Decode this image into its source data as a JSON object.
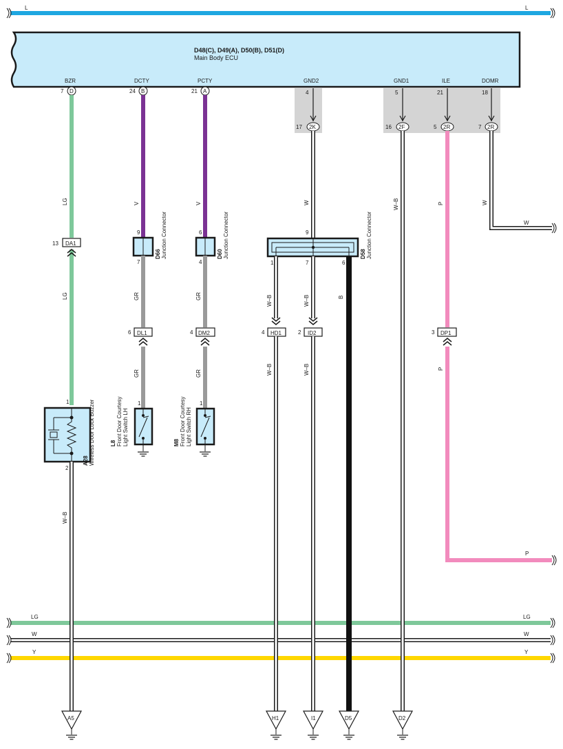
{
  "colors": {
    "L": "#1ea7e1",
    "LG": "#7ec89a",
    "V": "#7b3294",
    "GR": "#9a9a9a",
    "P": "#f28bbd",
    "B": "#111111",
    "W": "#ffffff",
    "Y": "#ffd700",
    "ecu_fill": "#c8ebfa",
    "conn_fill": "#c8ebfa",
    "shade": "#d4d4d4"
  },
  "ecu": {
    "title_line1": "D48(C), D49(A), D50(B), D51(D)",
    "title_line2": "Main Body ECU"
  },
  "top_bus": {
    "left_label": "L",
    "right_label": "L"
  },
  "pins": [
    {
      "name": "BZR",
      "num": "7",
      "conn": "D"
    },
    {
      "name": "DCTY",
      "num": "24",
      "conn": "B"
    },
    {
      "name": "PCTY",
      "num": "21",
      "conn": "A"
    },
    {
      "name": "GND2",
      "num": "4",
      "conn": ""
    },
    {
      "name": "GND1",
      "num": "5",
      "conn": ""
    },
    {
      "name": "ILE",
      "num": "21",
      "conn": ""
    },
    {
      "name": "DOMR",
      "num": "18",
      "conn": ""
    }
  ],
  "jb_circles": [
    {
      "num": "17",
      "code": "2K"
    },
    {
      "num": "16",
      "code": "2F"
    },
    {
      "num": "5",
      "code": "2R"
    },
    {
      "num": "7",
      "code": "2R"
    }
  ],
  "wire_labels": {
    "bzr_top": "LG",
    "bzr_mid": "LG",
    "bzr_low": "W–B",
    "dcty_top": "V",
    "dcty_mid": "GR",
    "dcty_low": "GR",
    "pcty_top": "V",
    "pcty_mid": "GR",
    "pcty_low": "GR",
    "gnd2_top": "W",
    "d58_1": "W–B",
    "d58_7": "W–B",
    "d58_6": "B",
    "hd1_low": "W–B",
    "id2_low": "W–B",
    "gnd1": "W–B",
    "ile_top": "P",
    "ile_low": "P",
    "ile_right": "P",
    "domr": "W",
    "domr_right": "W"
  },
  "inline_connectors": [
    {
      "num": "13",
      "code": "DA1"
    },
    {
      "num": "6",
      "code": "DL1"
    },
    {
      "num": "4",
      "code": "DM2"
    },
    {
      "num": "4",
      "code": "HD1"
    },
    {
      "num": "2",
      "code": "ID2"
    },
    {
      "num": "3",
      "code": "DP1"
    }
  ],
  "junctions": {
    "d66": {
      "code": "D66",
      "name": "Junction Connector",
      "pin_in": "9",
      "pin_out": "7"
    },
    "d60": {
      "code": "D60",
      "name": "Junction Connector",
      "pin_in": "6",
      "pin_out": "4"
    },
    "d58": {
      "code": "D58",
      "name": "Junction Connector",
      "pin_in": "9",
      "pin_a": "1",
      "pin_b": "7",
      "pin_c": "6"
    }
  },
  "components": {
    "buzzer": {
      "code": "A28",
      "name": "Wireless Door Lock Buzzer",
      "pin_top": "1",
      "pin_bottom": "2"
    },
    "switch_lh": {
      "code": "L8",
      "name_line1": "Front Door Courtesy",
      "name_line2": "Light Switch LH",
      "pin": "1"
    },
    "switch_rh": {
      "code": "M8",
      "name_line1": "Front Door Courtesy",
      "name_line2": "Light Switch RH",
      "pin": "1"
    }
  },
  "buses": [
    {
      "label": "LG"
    },
    {
      "label": "W"
    },
    {
      "label": "Y"
    }
  ],
  "grounds": [
    "A5",
    "H1",
    "I1",
    "D5",
    "D2"
  ]
}
